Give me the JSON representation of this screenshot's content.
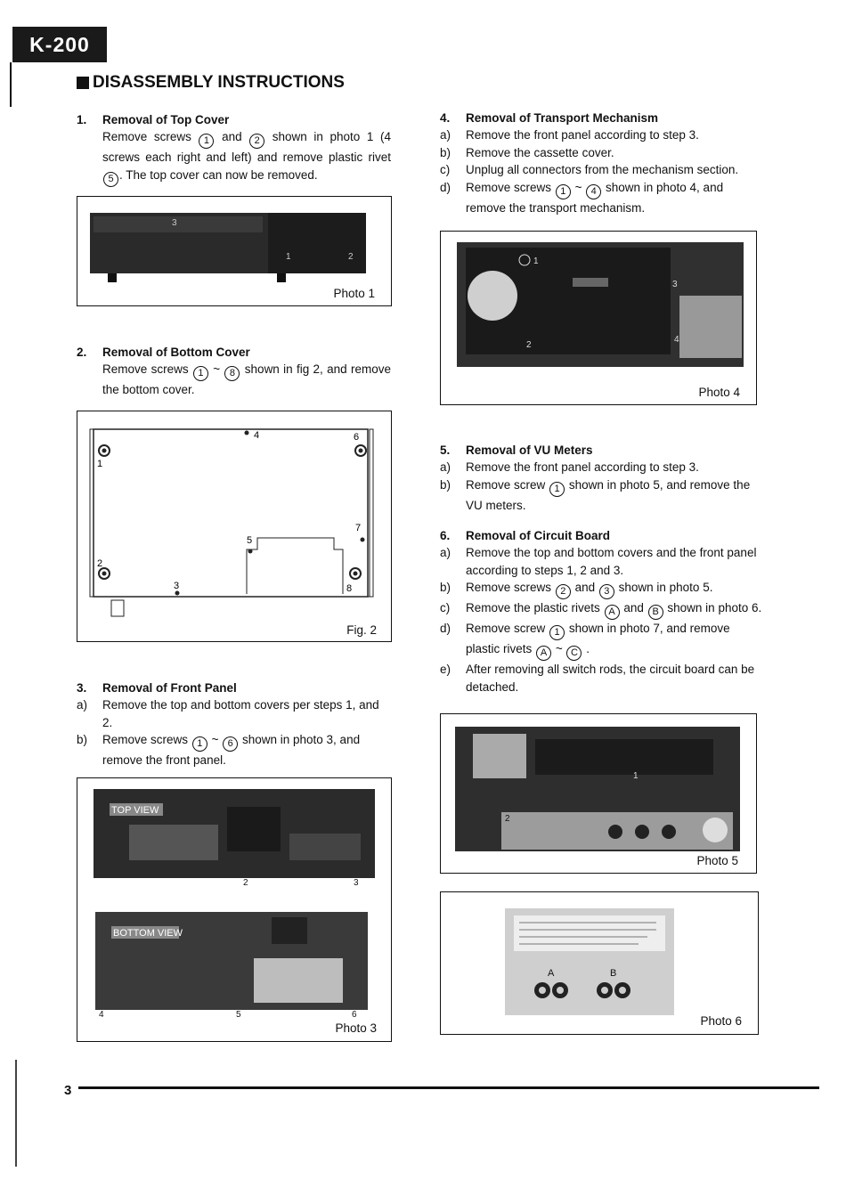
{
  "header": {
    "model": "K-200",
    "title": "DISASSEMBLY INSTRUCTIONS"
  },
  "sections": {
    "s1": {
      "num": "1.",
      "title": "Removal of Top Cover",
      "body": [
        "Remove screws",
        "1",
        "and",
        "2",
        "shown in photo 1 (4 screws each right and left) and remove plastic rivet",
        "5",
        ". The top cover can now be removed."
      ]
    },
    "s2": {
      "num": "2.",
      "title": "Removal of Bottom Cover",
      "body": [
        "Remove screws",
        "1",
        "~",
        "8",
        "shown in fig 2, and remove the bottom cover."
      ]
    },
    "s3": {
      "num": "3.",
      "title": "Removal of Front Panel",
      "a": {
        "l": "a)",
        "t": "Remove the top and bottom covers per steps 1, and 2."
      },
      "b": {
        "l": "b)",
        "t1": "Remove screws",
        "c1": "1",
        "sep": "~",
        "c2": "6",
        "t2": "shown in photo 3, and remove the front panel."
      }
    },
    "s4": {
      "num": "4.",
      "title": "Removal of Transport Mechanism",
      "a": {
        "l": "a)",
        "t": "Remove the front panel according to step 3."
      },
      "b": {
        "l": "b)",
        "t": "Remove the cassette cover."
      },
      "c": {
        "l": "c)",
        "t": "Unplug all connectors from the mechanism section."
      },
      "d": {
        "l": "d)",
        "t1": "Remove screws",
        "c1": "1",
        "sep": "~",
        "c2": "4",
        "t2": "shown in photo 4, and remove the transport mechanism."
      }
    },
    "s5": {
      "num": "5.",
      "title": "Removal of VU Meters",
      "a": {
        "l": "a)",
        "t": "Remove the front panel according to step 3."
      },
      "b": {
        "l": "b)",
        "t1": "Remove screw",
        "c1": "1",
        "t2": "shown in photo 5, and remove the VU meters."
      }
    },
    "s6": {
      "num": "6.",
      "title": "Removal of Circuit Board",
      "a": {
        "l": "a)",
        "t": "Remove the top and bottom covers and the front panel according to steps 1, 2 and 3."
      },
      "b": {
        "l": "b)",
        "t1": "Remove screws",
        "c1": "2",
        "and": "and",
        "c2": "3",
        "t2": "shown in photo 5."
      },
      "c": {
        "l": "c)",
        "t1": "Remove the plastic rivets",
        "c1": "A",
        "and": "and",
        "c2": "B",
        "t2": "shown in photo 6."
      },
      "d": {
        "l": "d)",
        "t1": "Remove screw",
        "c1": "1",
        "t2": "shown in photo 7, and remove plastic rivets",
        "c2": "A",
        "sep": "~",
        "c3": "C",
        "t3": "."
      },
      "e": {
        "l": "e)",
        "t": "After removing all switch rods, the circuit board can be detached."
      }
    }
  },
  "figures": {
    "photo1": {
      "caption": "Photo 1",
      "labels": [
        "3",
        "2",
        "1"
      ]
    },
    "fig2": {
      "caption": "Fig. 2",
      "labels": [
        "4",
        "6",
        "1",
        "7",
        "5",
        "2",
        "3",
        "8"
      ]
    },
    "photo3": {
      "caption": "Photo 3",
      "top_label": "TOP VIEW",
      "bottom_label": "BOTTOM VIEW",
      "labels": [
        "2",
        "3",
        "4",
        "5",
        "6"
      ]
    },
    "photo4": {
      "caption": "Photo 4",
      "labels": [
        "1",
        "3",
        "2",
        "4"
      ]
    },
    "photo5": {
      "caption": "Photo 5",
      "labels": [
        "1",
        "2"
      ]
    },
    "photo6": {
      "caption": "Photo 6",
      "labels": [
        "A",
        "B"
      ]
    }
  },
  "footer": {
    "page": "3"
  }
}
